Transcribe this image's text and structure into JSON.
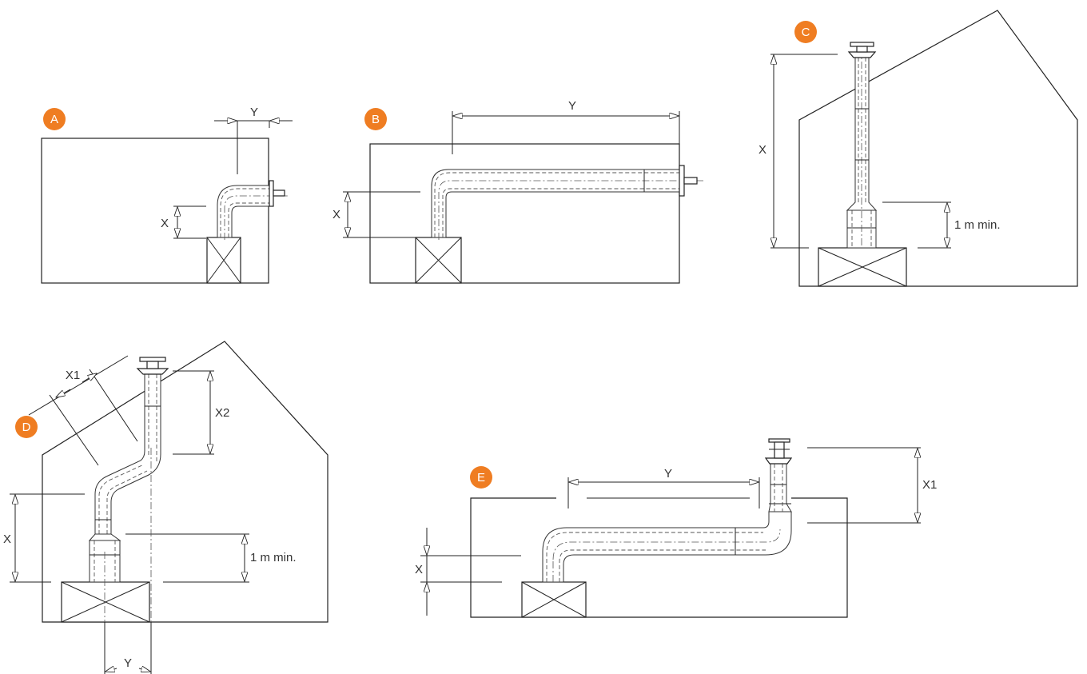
{
  "colors": {
    "badge": "#ef7d22",
    "line": "#222222"
  },
  "diagrams": {
    "a": {
      "badge": "A",
      "dim_x": "X",
      "dim_y": "Y"
    },
    "b": {
      "badge": "B",
      "dim_x": "X",
      "dim_y": "Y"
    },
    "c": {
      "badge": "C",
      "dim_x": "X",
      "dim_min": "1 m min."
    },
    "d": {
      "badge": "D",
      "dim_x": "X",
      "dim_x1": "X1",
      "dim_x2": "X2",
      "dim_min": "1 m min.",
      "dim_y": "Y"
    },
    "e": {
      "badge": "E",
      "dim_x": "X",
      "dim_x1": "X1",
      "dim_y": "Y"
    }
  }
}
